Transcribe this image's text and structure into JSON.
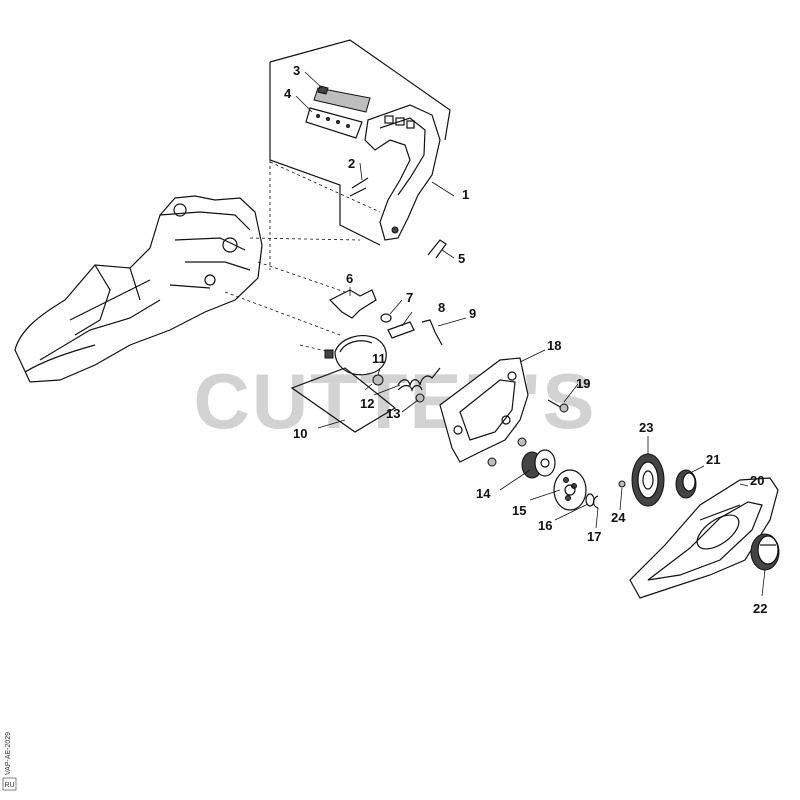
{
  "diagram": {
    "watermark": "CUTTER'S",
    "side_code": "VAP-AE-2029",
    "side_badge": "RU",
    "callouts": [
      {
        "id": "1",
        "label": "1"
      },
      {
        "id": "2",
        "label": "2"
      },
      {
        "id": "3",
        "label": "3"
      },
      {
        "id": "4",
        "label": "4"
      },
      {
        "id": "5",
        "label": "5"
      },
      {
        "id": "6",
        "label": "6"
      },
      {
        "id": "7",
        "label": "7"
      },
      {
        "id": "8",
        "label": "8"
      },
      {
        "id": "9",
        "label": "9"
      },
      {
        "id": "10",
        "label": "10"
      },
      {
        "id": "11",
        "label": "11"
      },
      {
        "id": "12",
        "label": "12"
      },
      {
        "id": "13",
        "label": "13"
      },
      {
        "id": "14",
        "label": "14"
      },
      {
        "id": "15",
        "label": "15"
      },
      {
        "id": "16",
        "label": "16"
      },
      {
        "id": "17",
        "label": "17"
      },
      {
        "id": "18",
        "label": "18"
      },
      {
        "id": "19",
        "label": "19"
      },
      {
        "id": "20",
        "label": "20"
      },
      {
        "id": "21",
        "label": "21"
      },
      {
        "id": "22",
        "label": "22"
      },
      {
        "id": "23",
        "label": "23"
      },
      {
        "id": "24",
        "label": "24"
      }
    ]
  }
}
